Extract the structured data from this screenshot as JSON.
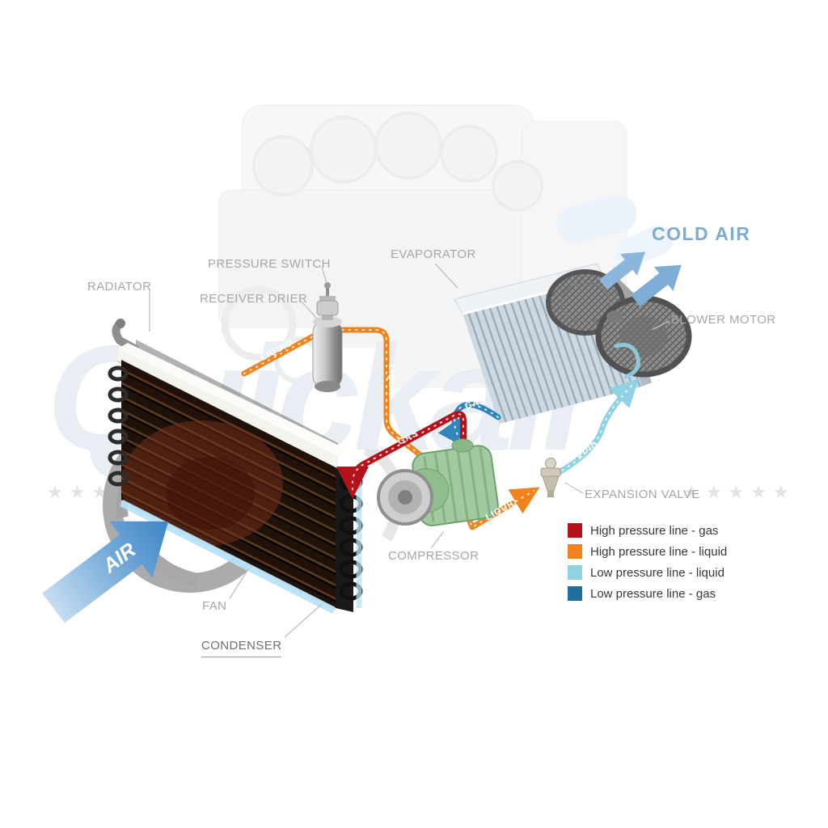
{
  "watermark": {
    "text": "Quickair",
    "stars_left": "★★★★★",
    "stars_right": "★★★★★"
  },
  "flow": {
    "air": "AIR",
    "cold_air": "COLD AIR"
  },
  "labels": {
    "radiator": "RADIATOR",
    "pressure_switch": "PRESSURE SWITCH",
    "receiver_drier": "RECEIVER DRIER",
    "evaporator": "EVAPORATOR",
    "blower_motor": "BLOWER MOTOR",
    "expansion_valve": "EXPANSION VALVE",
    "compressor": "COMPRESSOR",
    "fan": "FAN",
    "condenser": "CONDENSER"
  },
  "pipe_labels": {
    "condenser_to_drier": "LIQUID",
    "drier_down": "LIQUID",
    "to_expansion_valve": "LIQUID",
    "expansion_to_evaporator": "LIQUID",
    "evaporator_to_compressor": "GAS",
    "compressor_to_condenser": "GAS"
  },
  "legend": {
    "items": [
      {
        "label": "High pressure line - gas",
        "color": "#b5121b"
      },
      {
        "label": "High pressure line - liquid",
        "color": "#f0831e"
      },
      {
        "label": "Low pressure line - liquid",
        "color": "#8fd2e3"
      },
      {
        "label": "Low pressure line -  gas",
        "color": "#1f6fa3"
      }
    ]
  }
}
